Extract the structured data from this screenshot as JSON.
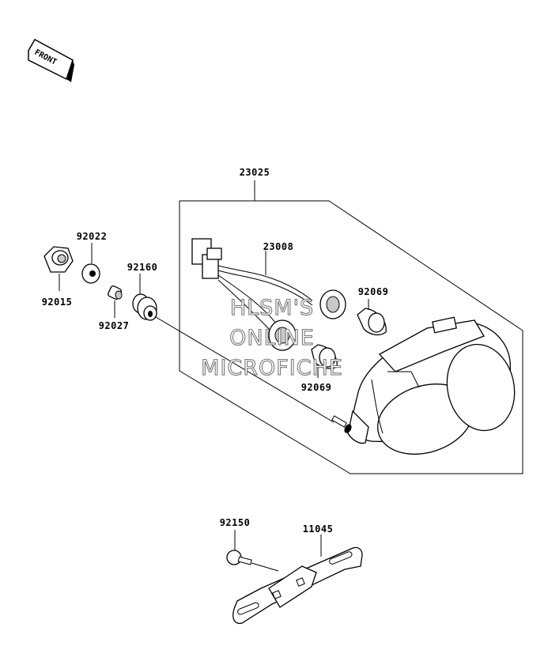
{
  "diagram": {
    "front_label": "FRONT",
    "watermark": [
      "HLSM'S",
      "ONLINE",
      "MICROFICHE"
    ],
    "parts": {
      "p23025": "23025",
      "p23008": "23008",
      "p92022": "92022",
      "p92015": "92015",
      "p92160": "92160",
      "p92027": "92027",
      "p92069_upper": "92069",
      "p92069_lower": "92069",
      "p92150": "92150",
      "p11045": "11045"
    }
  }
}
